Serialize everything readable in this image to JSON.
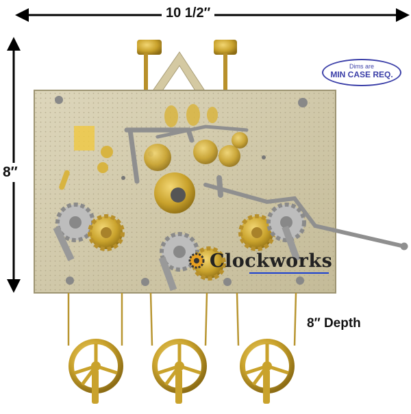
{
  "dimensions": {
    "width_label": "10 1/2″",
    "height_label": "8″",
    "depth_label": "8″ Depth"
  },
  "note_badge": {
    "line1": "Dims are",
    "line2": "MIN CASE REQ."
  },
  "brand": {
    "name": "Clockworks",
    "accent_color": "#1a3fd0"
  },
  "colors": {
    "plate": "#cfc6a6",
    "brass": "#c9a22c",
    "steel": "#9a9a9a"
  }
}
